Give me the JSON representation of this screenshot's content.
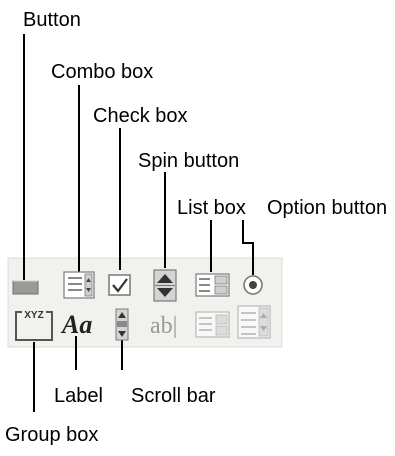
{
  "callouts": {
    "button": "Button",
    "combo_box": "Combo box",
    "check_box": "Check box",
    "spin_button": "Spin button",
    "list_box": "List box",
    "option_button": "Option button",
    "group_box": "Group box",
    "label": "Label",
    "scroll_bar": "Scroll bar"
  },
  "toolbar": {
    "group_box_icon_text": "XYZ",
    "label_icon_text": "Aa",
    "text_field_icon_text": "ab|",
    "row1": [
      "button-icon",
      "combo-box-icon",
      "check-box-icon",
      "spin-button-icon",
      "list-box-icon",
      "option-button-icon"
    ],
    "row2": [
      "group-box-icon",
      "label-icon",
      "scroll-bar-icon",
      "text-field-icon",
      "combo-list-edit-icon",
      "combo-dropdown-edit-icon"
    ]
  },
  "colors": {
    "toolbar_bg": "#f1f1ee",
    "icon_gray": "#9a9a9a",
    "disabled_gray": "#b8b8b8"
  }
}
